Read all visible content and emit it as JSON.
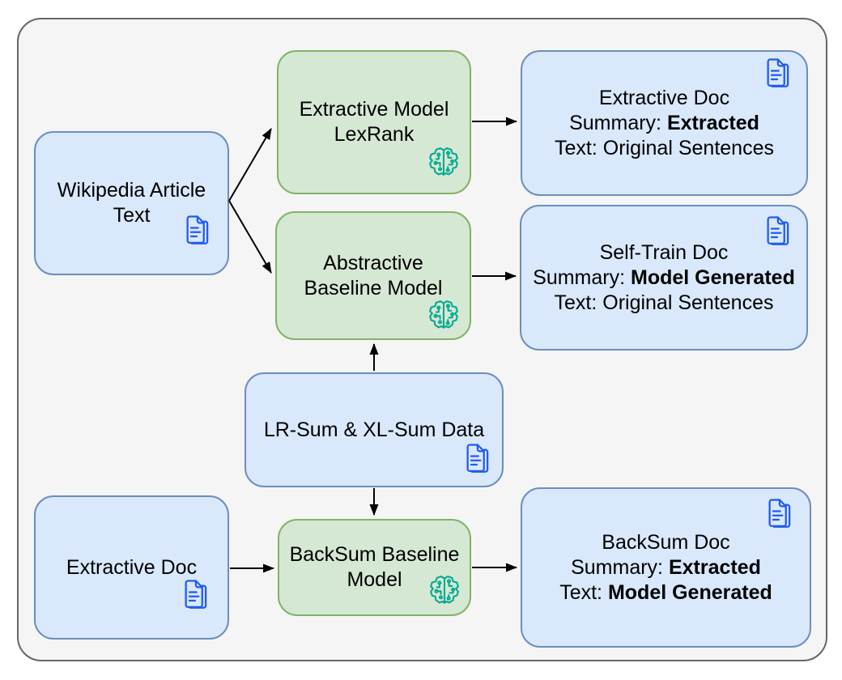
{
  "diagram": {
    "frame": {
      "fill": "#f5f5f5",
      "stroke": "#666666"
    },
    "colors": {
      "data_node_fill": "#dae8fc",
      "data_node_stroke": "#6c8ebf",
      "model_node_fill": "#d5e8d4",
      "model_node_stroke": "#82b366",
      "documents_icon": "#1f5cf0",
      "ai_brain_icon": "#00a98f",
      "arrow": "#000000",
      "text": "#000000"
    },
    "nodes": {
      "wikipedia": {
        "line1": "Wikipedia Article",
        "line2": "Text",
        "icon": "documents-icon"
      },
      "extractive_model": {
        "line1": "Extractive Model",
        "line2": "LexRank",
        "icon": "ai-brain-icon"
      },
      "abstractive_model": {
        "line1": "Abstractive",
        "line2": "Baseline Model",
        "icon": "ai-brain-icon"
      },
      "extractive_doc_out": {
        "title": "Extractive Doc",
        "summary_label": "Summary: ",
        "summary_value": "Extracted",
        "text_label": "Text: ",
        "text_value": "Original Sentences",
        "icon": "documents-icon"
      },
      "self_train_doc": {
        "title": "Self-Train Doc",
        "summary_label": "Summary: ",
        "summary_value": "Model Generated",
        "text_label": "Text: ",
        "text_value": "Original Sentences",
        "icon": "documents-icon"
      },
      "lr_sum_data": {
        "label": "LR-Sum & XL-Sum Data",
        "icon": "documents-icon"
      },
      "extractive_doc_in": {
        "label": "Extractive Doc",
        "icon": "documents-icon"
      },
      "backsum_model": {
        "line1": "BackSum Baseline",
        "line2": "Model",
        "icon": "ai-brain-icon"
      },
      "backsum_doc": {
        "title": "BackSum Doc",
        "summary_label": "Summary: ",
        "summary_value": "Extracted",
        "text_label": "Text: ",
        "text_value": "Model Generated",
        "icon": "documents-icon"
      }
    }
  }
}
